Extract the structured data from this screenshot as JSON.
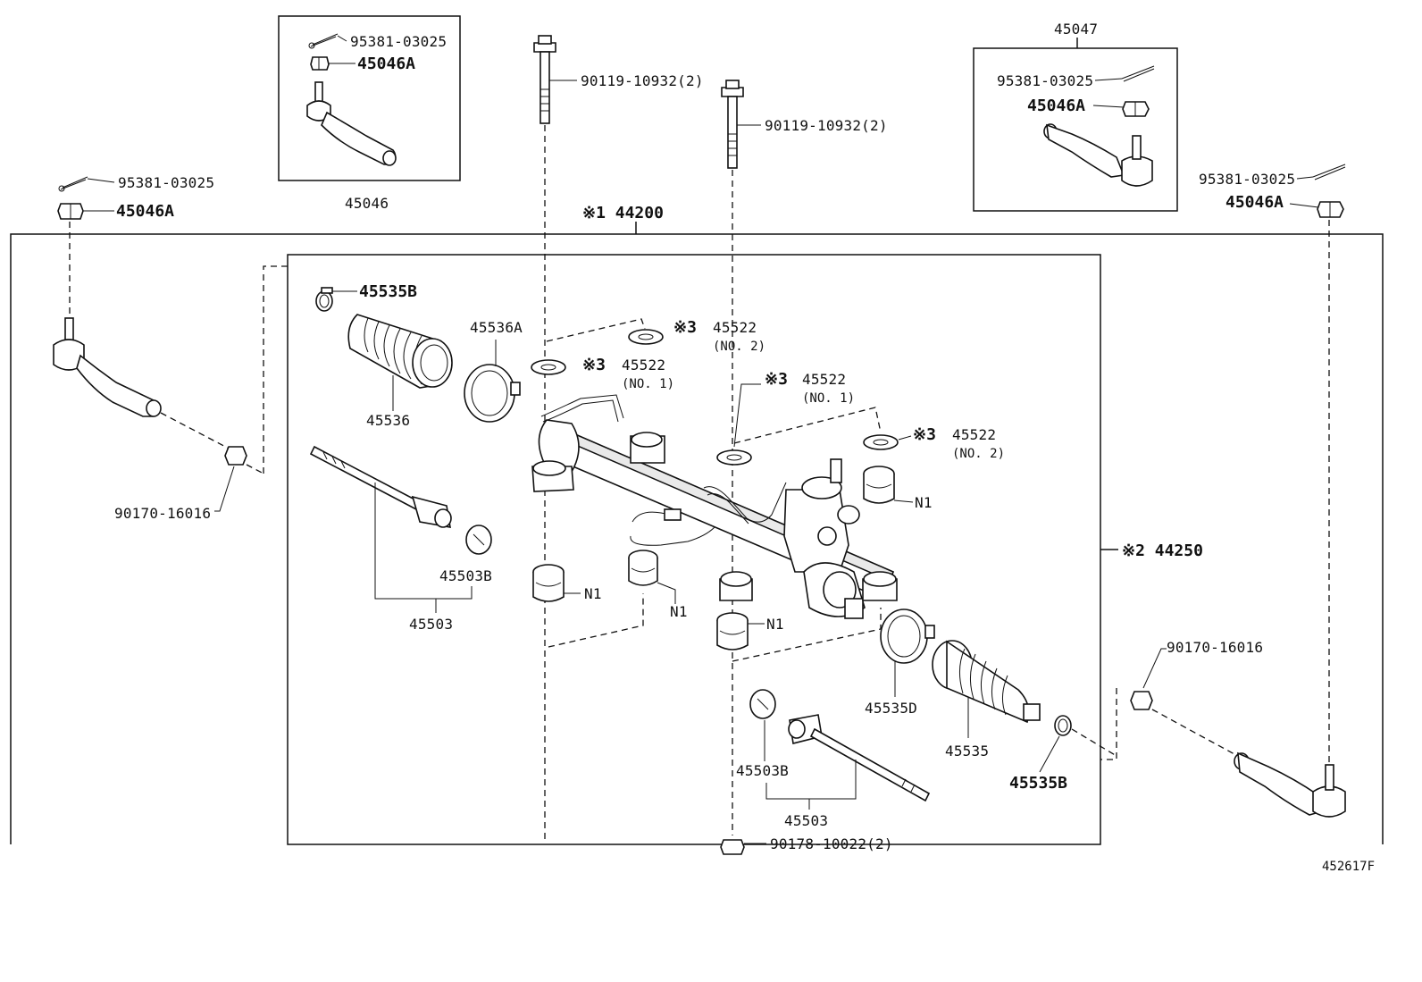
{
  "labels": {
    "ref_code": "452617F",
    "assy_44200": "※1 44200",
    "assy_44250": "※2 44250",
    "kit_45047": "45047",
    "tie_rod_end_45046": "45046",
    "cotter_pin": "95381-03025",
    "nut_45046a": "45046A",
    "bolt_90119": "90119-10932(2)",
    "nut_90170": "90170-16016",
    "nut_90178": "90178-10022(2)",
    "clamp_45535b": "45535B",
    "boot_45536": "45536",
    "clip_45536a": "45536A",
    "boot_45535": "45535",
    "clip_45535d": "45535D",
    "rod_45503": "45503",
    "washer_45503b": "45503B",
    "washer_45522": "45522",
    "mark_3": "※3",
    "no1": "(NO. 1)",
    "no2": "(NO. 2)",
    "n1": "N1"
  },
  "colors": {
    "line": "#111111",
    "background": "#ffffff",
    "fill_light": "#e9e9e9"
  }
}
